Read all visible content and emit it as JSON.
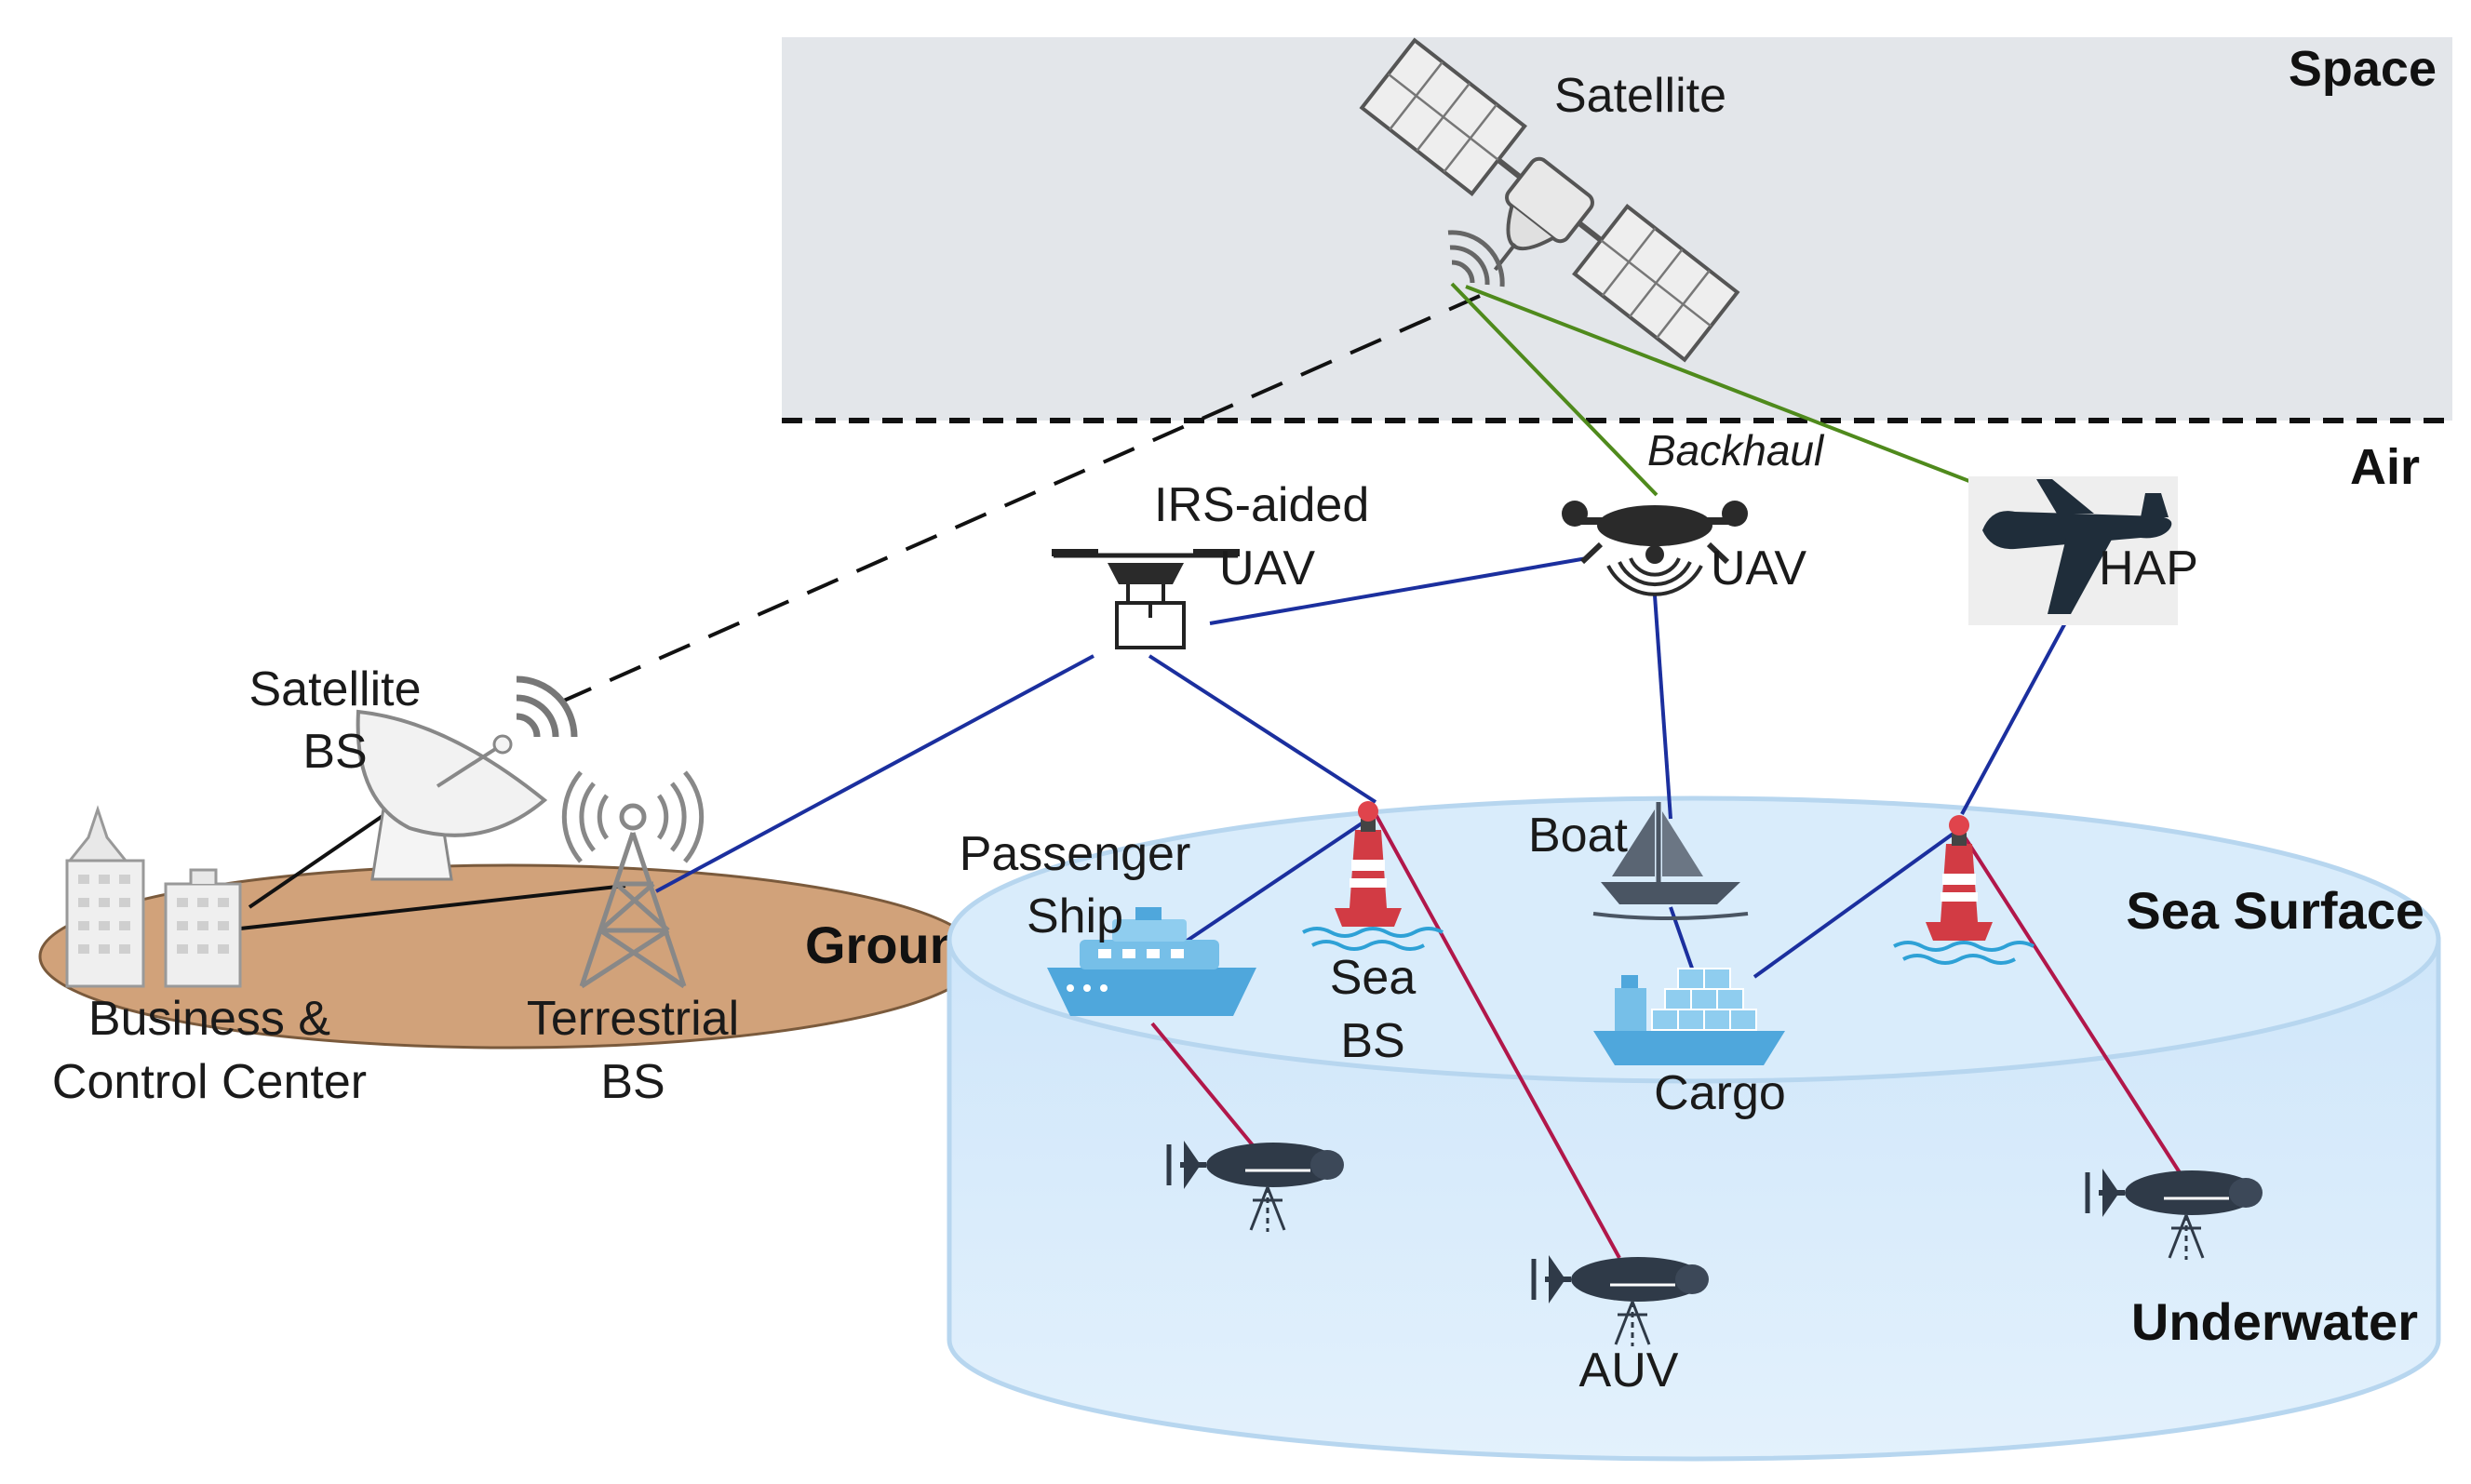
{
  "regions": {
    "space": "Space",
    "air": "Air",
    "ground": "Ground",
    "sea_surface": "Sea Surface",
    "underwater": "Underwater"
  },
  "nodes": {
    "satellite": "Satellite",
    "backhaul": "Backhaul",
    "irs_uav_line1": "IRS-aided",
    "irs_uav_line2": "UAV",
    "uav": "UAV",
    "hap": "HAP",
    "satellite_bs_line1": "Satellite",
    "satellite_bs_line2": "BS",
    "terrestrial_bs_line1": "Terrestrial",
    "terrestrial_bs_line2": "BS",
    "bcc_line1": "Business &",
    "bcc_line2": "Control Center",
    "passenger_ship_line1": "Passenger",
    "passenger_ship_line2": "Ship",
    "sea_bs_line1": "Sea",
    "sea_bs_line2": "BS",
    "boat": "Boat",
    "cargo": "Cargo",
    "auv": "AUV"
  },
  "colors": {
    "space_bg": "#e3e6ea",
    "ground_fill": "#d1a27a",
    "sea_fill": "#d6eafb",
    "sea_stroke": "#b7d6ef",
    "link_blue": "#1b2f9e",
    "link_green": "#4f8a1c",
    "link_red": "#b1174a",
    "link_black": "#111111",
    "buoy_red": "#e0444c",
    "ship_blue": "#4fa7dc",
    "vehicle_dark": "#2f3a48"
  },
  "icons": [
    "satellite-icon",
    "irs-uav-icon",
    "uav-icon",
    "hap-airplane-icon",
    "satellite-dish-icon",
    "terrestrial-tower-icon",
    "building-icon",
    "passenger-ship-icon",
    "sea-bs-buoy-icon",
    "boat-icon",
    "cargo-ship-icon",
    "auv-icon"
  ]
}
